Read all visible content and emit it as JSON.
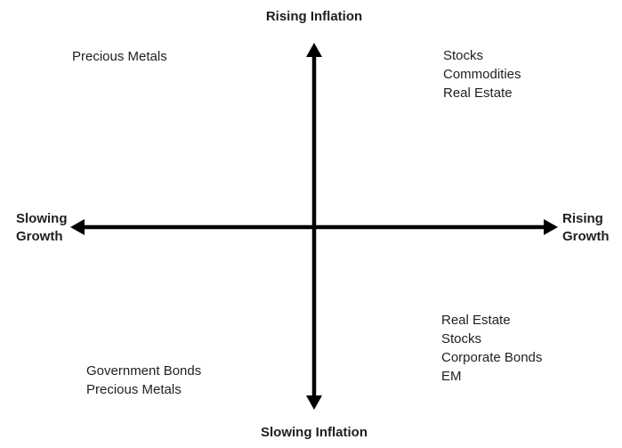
{
  "axes": {
    "top_label": "Rising Inflation",
    "bottom_label": "Slowing Inflation",
    "left_label": [
      "Slowing",
      "Growth"
    ],
    "right_label": [
      "Rising",
      "Growth"
    ]
  },
  "quadrants": {
    "top_left": {
      "items": [
        "Precious Metals"
      ]
    },
    "top_right": {
      "items": [
        "Stocks",
        "Commodities",
        "Real Estate"
      ]
    },
    "bottom_left": {
      "items": [
        "Government Bonds",
        "Precious Metals"
      ]
    },
    "bottom_right": {
      "items": [
        "Real Estate",
        "Stocks",
        "Corporate Bonds",
        "EM"
      ]
    }
  },
  "colors": {
    "axis": "#000000",
    "text": "#1f1f1f",
    "background": "#ffffff"
  }
}
